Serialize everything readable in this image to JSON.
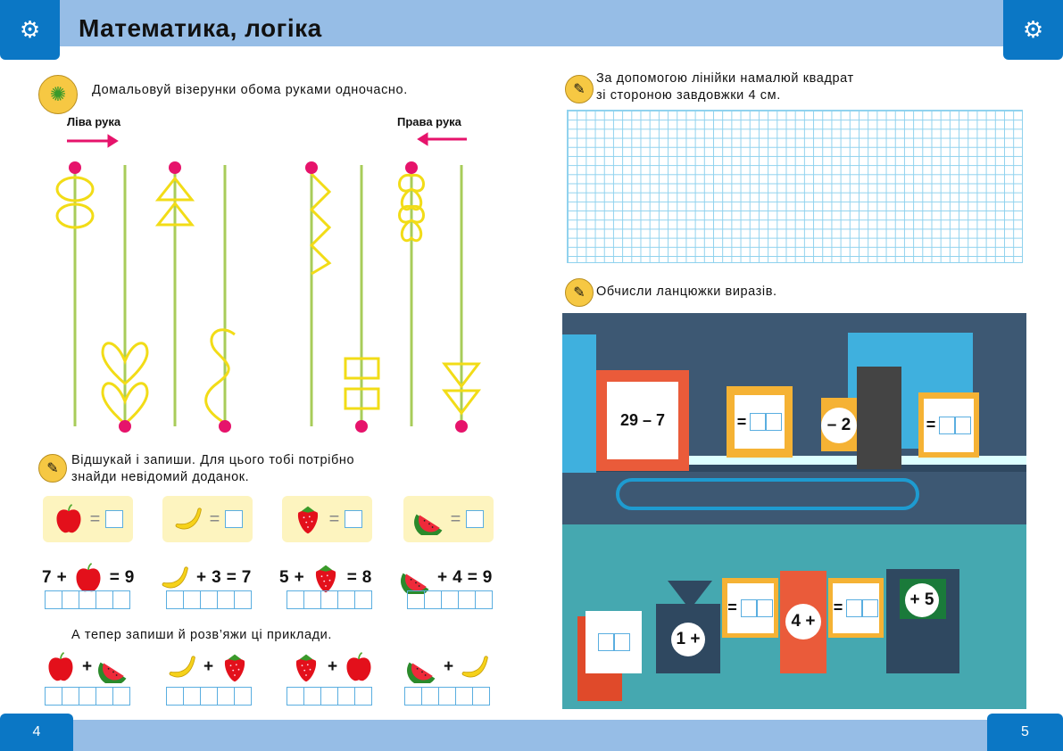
{
  "header": {
    "title": "Математика, логіка"
  },
  "footer": {
    "left_page": "4",
    "right_page": "5"
  },
  "task1": {
    "text": "Домальовуй візерунки обома руками одночасно.",
    "left_hand": "Ліва рука",
    "right_hand": "Права рука"
  },
  "task2": {
    "text_line1": "Відшукай і запиши. Для цього тобі потрібно",
    "text_line2": "знайди невідомий доданок.",
    "equals": "=",
    "equations": [
      {
        "left": "7",
        "op": "+",
        "fruit": "apple",
        "eq": "=",
        "result": "9"
      },
      {
        "fruit": "banana",
        "op": "+",
        "right": "3",
        "eq": "=",
        "result": "7"
      },
      {
        "left": "5",
        "op": "+",
        "fruit": "strawberry",
        "eq": "=",
        "result": "8"
      },
      {
        "fruit": "watermelon",
        "op": "+",
        "right": "4",
        "eq": "=",
        "result": "9"
      }
    ],
    "subtext": "А тепер запиши й розв’яжи ці приклади.",
    "pairs": [
      [
        "apple",
        "watermelon"
      ],
      [
        "banana",
        "strawberry"
      ],
      [
        "strawberry",
        "apple"
      ],
      [
        "watermelon",
        "banana"
      ]
    ],
    "plus": "+"
  },
  "task3": {
    "text_line1": "За допомогою лінійки намалюй квадрат",
    "text_line2": "зі стороною завдовжки 4 см."
  },
  "task4": {
    "text": "Обчисли ланцюжки виразів.",
    "start": "29  –  7",
    "minus2": "– 2",
    "plus5": "+ 5",
    "one_plus": "1 +",
    "four_plus": "4 +",
    "equals": "="
  },
  "colors": {
    "header_band": "#96bde6",
    "tab_blue": "#0b77c5",
    "pink": "#e6136b",
    "stem_green": "#a8cc5a",
    "pattern_yellow": "#f2dc17"
  }
}
